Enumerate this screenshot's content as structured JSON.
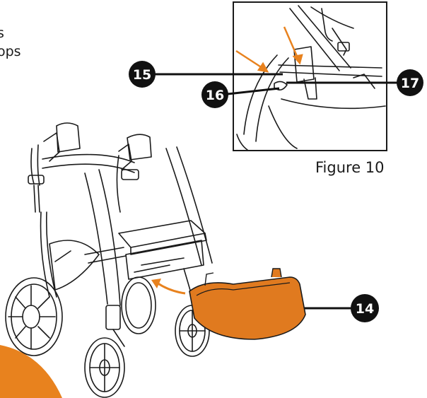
{
  "page": {
    "cut_text_lines": [
      "s",
      "ops"
    ],
    "figure_caption": "Figure 10"
  },
  "callouts": [
    {
      "id": "c15",
      "label": "15"
    },
    {
      "id": "c16",
      "label": "16"
    },
    {
      "id": "c17",
      "label": "17"
    },
    {
      "id": "c14",
      "label": "14"
    }
  ],
  "colors": {
    "accent": "#E8821E",
    "bag_fill": "#E07A1F",
    "line": "#1a1a1a",
    "callout_fill": "#111111"
  },
  "icons": [
    "rollator-frame",
    "detail-inset",
    "arrow-icon",
    "footrest-bag"
  ]
}
